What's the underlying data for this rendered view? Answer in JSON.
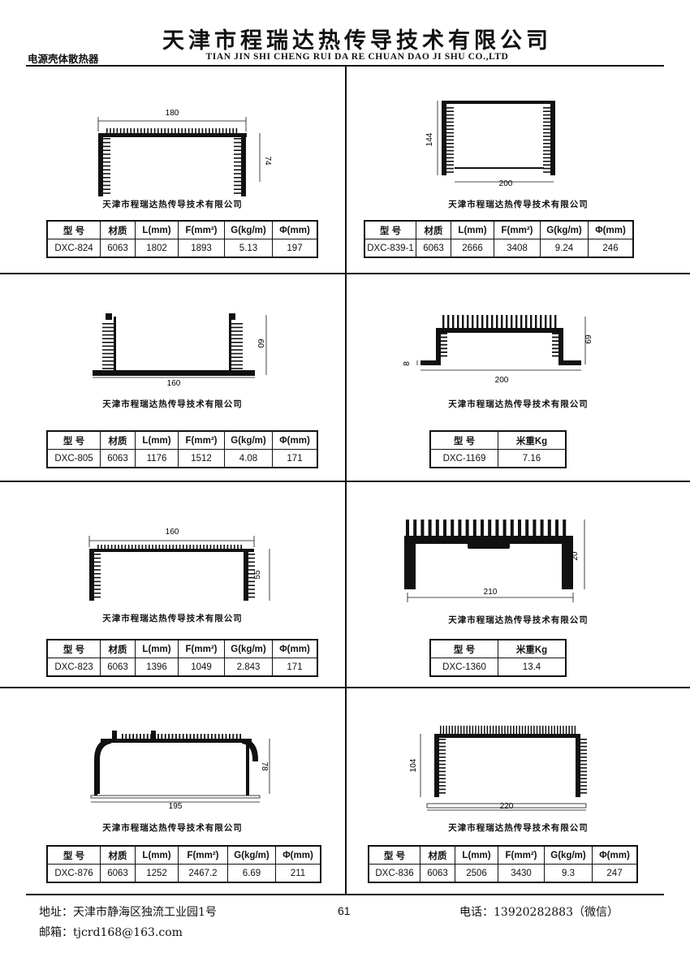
{
  "header": {
    "title_cn": "天津市程瑞达热传导技术有限公司",
    "title_en": "TIAN JIN SHI CHENG RUI DA RE CHUAN DAO JI SHU CO.,LTD",
    "category": "电源壳体散热器"
  },
  "caption": "天津市程瑞达热传导技术有限公司",
  "products": [
    {
      "dims": [
        "180",
        "74"
      ],
      "headers": [
        "型  号",
        "材质",
        "L(mm)",
        "F(mm²)",
        "G(kg/m)",
        "Φ(mm)"
      ],
      "values": [
        "DXC-824",
        "6063",
        "1802",
        "1893",
        "5.13",
        "197"
      ]
    },
    {
      "dims": [
        "200",
        "144"
      ],
      "headers": [
        "型  号",
        "材质",
        "L(mm)",
        "F(mm²)",
        "G(kg/m)",
        "Φ(mm)"
      ],
      "values": [
        "DXC-839-1",
        "6063",
        "2666",
        "3408",
        "9.24",
        "246"
      ]
    },
    {
      "dims": [
        "160",
        "60"
      ],
      "headers": [
        "型  号",
        "材质",
        "L(mm)",
        "F(mm²)",
        "G(kg/m)",
        "Φ(mm)"
      ],
      "values": [
        "DXC-805",
        "6063",
        "1176",
        "1512",
        "4.08",
        "171"
      ]
    },
    {
      "dims": [
        "200",
        "69",
        "8"
      ],
      "headers": [
        "型  号",
        "米重Kg"
      ],
      "values": [
        "DXC-1169",
        "7.16"
      ]
    },
    {
      "dims": [
        "160",
        "55"
      ],
      "headers": [
        "型  号",
        "材质",
        "L(mm)",
        "F(mm²)",
        "G(kg/m)",
        "Φ(mm)"
      ],
      "values": [
        "DXC-823",
        "6063",
        "1396",
        "1049",
        "2.843",
        "171"
      ]
    },
    {
      "dims": [
        "210",
        "20"
      ],
      "headers": [
        "型  号",
        "米重Kg"
      ],
      "values": [
        "DXC-1360",
        "13.4"
      ]
    },
    {
      "dims": [
        "195",
        "78"
      ],
      "headers": [
        "型  号",
        "材质",
        "L(mm)",
        "F(mm²)",
        "G(kg/m)",
        "Φ(mm)"
      ],
      "values": [
        "DXC-876",
        "6063",
        "1252",
        "2467.2",
        "6.69",
        "211"
      ]
    },
    {
      "dims": [
        "220",
        "104"
      ],
      "headers": [
        "型  号",
        "材质",
        "L(mm)",
        "F(mm²)",
        "G(kg/m)",
        "Φ(mm)"
      ],
      "values": [
        "DXC-836",
        "6063",
        "2506",
        "3430",
        "9.3",
        "247"
      ]
    }
  ],
  "footer": {
    "address": "地址：天津市静海区独流工业园1号",
    "email": "邮箱：tjcrd168@163.com",
    "page": "61",
    "phone": "电话：13920282883（微信）"
  }
}
